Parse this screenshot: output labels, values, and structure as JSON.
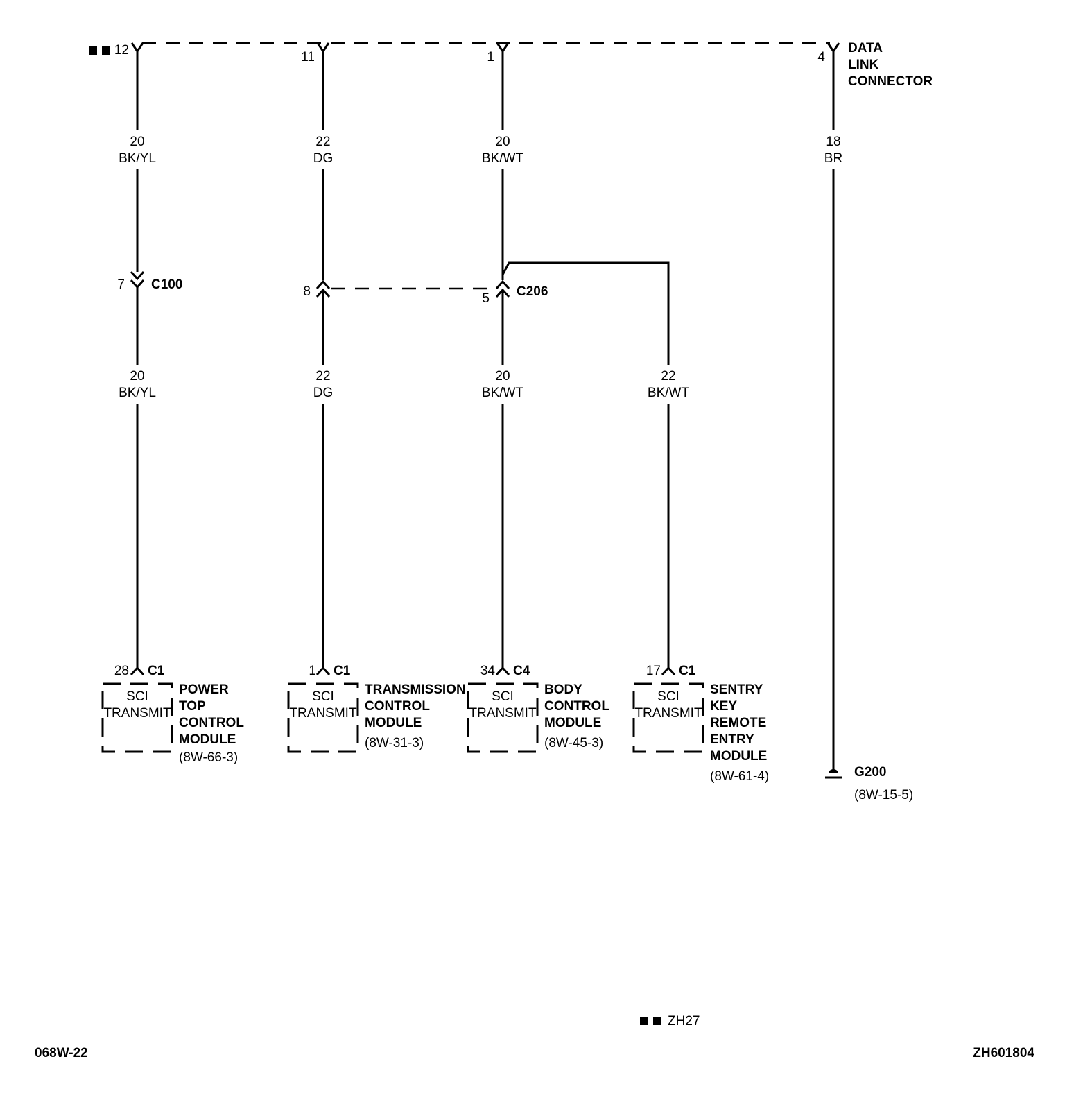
{
  "dlc": {
    "title_lines": [
      "DATA",
      "LINK",
      "CONNECTOR"
    ],
    "pins": [
      "12",
      "11",
      "1",
      "4"
    ]
  },
  "wires": {
    "w1_top": {
      "gauge": "20",
      "color": "BK/YL"
    },
    "w2_top": {
      "gauge": "22",
      "color": "DG"
    },
    "w3_top": {
      "gauge": "20",
      "color": "BK/WT"
    },
    "w4_top": {
      "gauge": "18",
      "color": "BR"
    },
    "w1_bot": {
      "gauge": "20",
      "color": "BK/YL"
    },
    "w2_bot": {
      "gauge": "22",
      "color": "DG"
    },
    "w3_bot": {
      "gauge": "20",
      "color": "BK/WT"
    },
    "w5_bot": {
      "gauge": "22",
      "color": "BK/WT"
    }
  },
  "inline_connectors": {
    "c100": {
      "name": "C100",
      "pin": "7"
    },
    "c206": {
      "name": "C206",
      "pin_a": "8",
      "pin_b": "5"
    }
  },
  "modules": [
    {
      "pin": "28",
      "connector": "C1",
      "box_lines": [
        "SCI",
        "TRANSMIT"
      ],
      "name_lines": [
        "POWER",
        "TOP",
        "CONTROL",
        "MODULE"
      ],
      "ref": "(8W-66-3)"
    },
    {
      "pin": "1",
      "connector": "C1",
      "box_lines": [
        "SCI",
        "TRANSMIT"
      ],
      "name_lines": [
        "TRANSMISSION",
        "CONTROL",
        "MODULE"
      ],
      "ref": "(8W-31-3)"
    },
    {
      "pin": "34",
      "connector": "C4",
      "box_lines": [
        "SCI",
        "TRANSMIT"
      ],
      "name_lines": [
        "BODY",
        "CONTROL",
        "MODULE"
      ],
      "ref": "(8W-45-3)"
    },
    {
      "pin": "17",
      "connector": "C1",
      "box_lines": [
        "SCI",
        "TRANSMIT"
      ],
      "name_lines": [
        "SENTRY",
        "KEY",
        "REMOTE",
        "ENTRY",
        "MODULE"
      ],
      "ref": "(8W-61-4)"
    }
  ],
  "ground": {
    "name": "G200",
    "ref": "(8W-15-5)"
  },
  "footer": {
    "variant_code": "ZH27",
    "page_left": "068W-22",
    "page_right": "ZH601804"
  }
}
